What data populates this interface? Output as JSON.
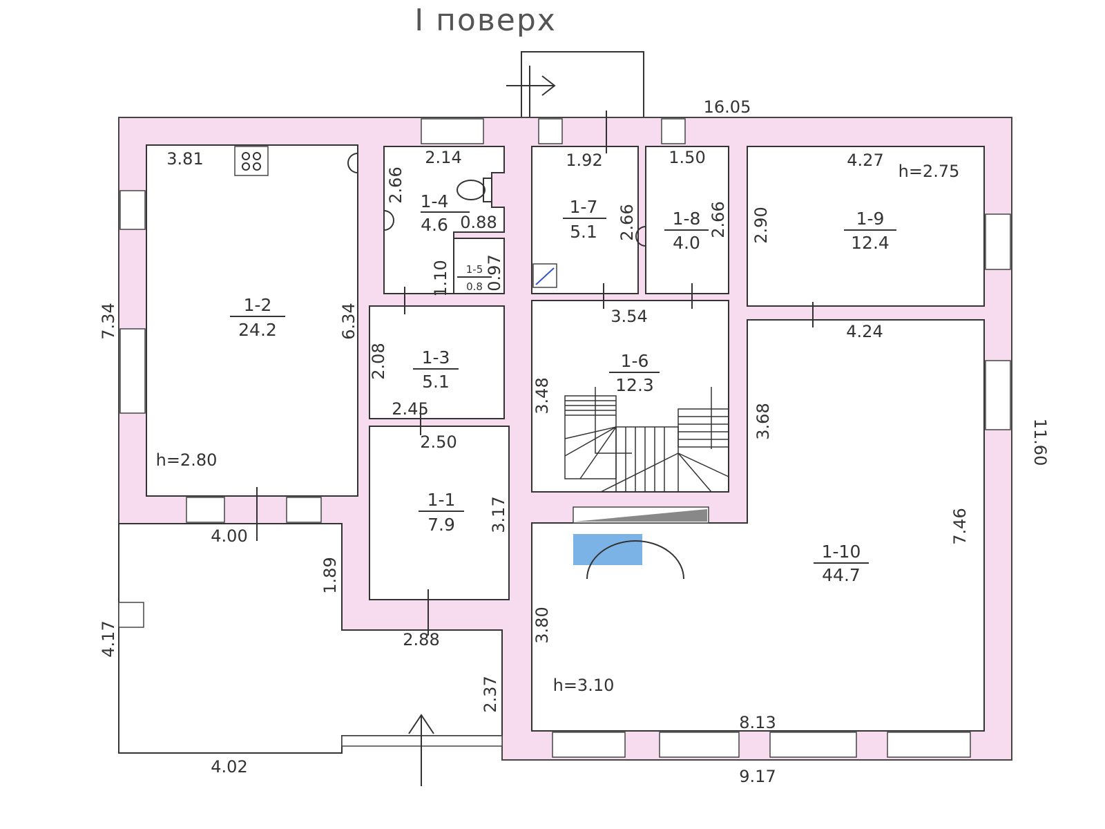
{
  "title": "І поверх",
  "rooms": {
    "r1_1": {
      "id": "1-1",
      "area": "7.9"
    },
    "r1_2": {
      "id": "1-2",
      "area": "24.2"
    },
    "r1_3": {
      "id": "1-3",
      "area": "5.1"
    },
    "r1_4": {
      "id": "1-4",
      "area": "4.6"
    },
    "r1_5": {
      "id": "1-5",
      "area": "0.8"
    },
    "r1_6": {
      "id": "1-6",
      "area": "12.3"
    },
    "r1_7": {
      "id": "1-7",
      "area": "5.1"
    },
    "r1_8": {
      "id": "1-8",
      "area": "4.0"
    },
    "r1_9": {
      "id": "1-9",
      "area": "12.4"
    },
    "r1_10": {
      "id": "1-10",
      "area": "44.7"
    }
  },
  "heights": {
    "h1": "h=2.80",
    "h2": "h=2.75",
    "h3": "h=3.10"
  },
  "dims": {
    "d1605": "16.05",
    "d381": "3.81",
    "d214": "2.14",
    "d192": "1.92",
    "d150": "1.50",
    "d427": "4.27",
    "d734": "7.34",
    "d634": "6.34",
    "d266a": "2.66",
    "d088": "0.88",
    "d110": "1.10",
    "d097": "0.97",
    "d266b": "2.66",
    "d266c": "2.66",
    "d290": "2.90",
    "d354": "3.54",
    "d424": "4.24",
    "d208": "2.08",
    "d245": "2.45",
    "d348": "3.48",
    "d368": "3.68",
    "d250": "2.50",
    "d317": "3.17",
    "d746": "7.46",
    "d1160": "11.60",
    "d400": "4.00",
    "d189": "1.89",
    "d417": "4.17",
    "d288": "2.88",
    "d380": "3.80",
    "d237": "2.37",
    "d813": "8.13",
    "d402": "4.02",
    "d917": "9.17"
  },
  "colors": {
    "wall": "#f7dcef",
    "fireplace_fill": "#5aa0e0"
  }
}
